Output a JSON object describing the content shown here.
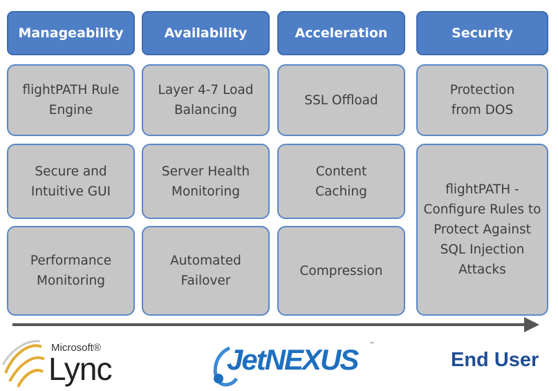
{
  "columns": [
    {
      "header": "Manageability",
      "items": [
        "flightPATH Rule Engine",
        "Secure and Intuitive GUI",
        "Performance Monitoring"
      ]
    },
    {
      "header": "Availability",
      "items": [
        "Layer 4-7 Load Balancing",
        "Server Health Monitoring",
        "Automated Failover"
      ]
    },
    {
      "header": "Acceleration",
      "items": [
        "SSL Offload",
        "Content Caching",
        "Compression"
      ]
    },
    {
      "header": "Security",
      "items": [
        "Protection from DOS",
        "flightPATH - Configure Rules to Protect Against SQL Injection Attacks"
      ]
    }
  ],
  "logos": {
    "microsoft": "Microsoft®",
    "lync": "Lync",
    "jetnexus": "JetNEXUS",
    "jetnexus_tm": "™"
  },
  "end_user": "End User",
  "colors": {
    "header_fill": "#4e7ec6",
    "box_fill": "#c6c6c6",
    "box_border": "#5a86c5",
    "arrow": "#555555",
    "end_user_text": "#1f4e94"
  }
}
